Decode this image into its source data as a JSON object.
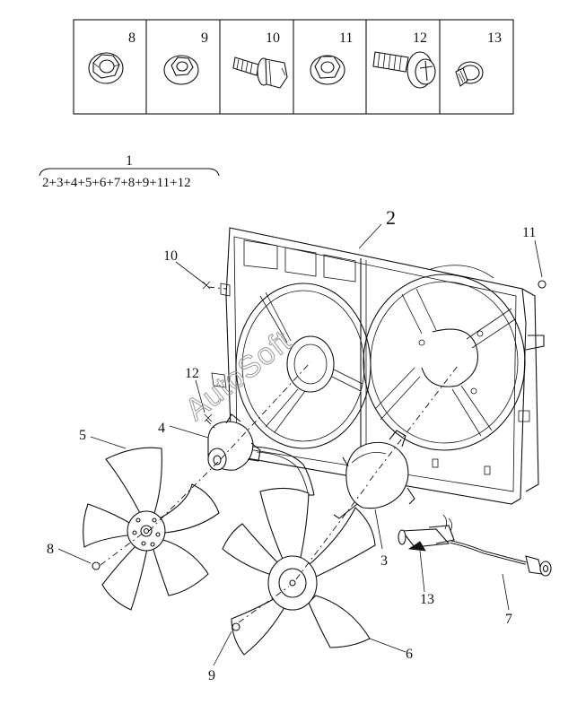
{
  "hardware_legend": {
    "cells": [
      {
        "number": "8"
      },
      {
        "number": "9"
      },
      {
        "number": "10"
      },
      {
        "number": "11"
      },
      {
        "number": "12"
      },
      {
        "number": "13"
      }
    ]
  },
  "assembly": {
    "number": "1",
    "composition": "2+3+4+5+6+7+8+9+11+12"
  },
  "callouts": {
    "c2": "2",
    "c3": "3",
    "c4": "4",
    "c5": "5",
    "c6": "6",
    "c7": "7",
    "c8": "8",
    "c9": "9",
    "c10": "10",
    "c11": "11",
    "c12": "12",
    "c13": "13"
  },
  "watermark": "AutoSoft"
}
